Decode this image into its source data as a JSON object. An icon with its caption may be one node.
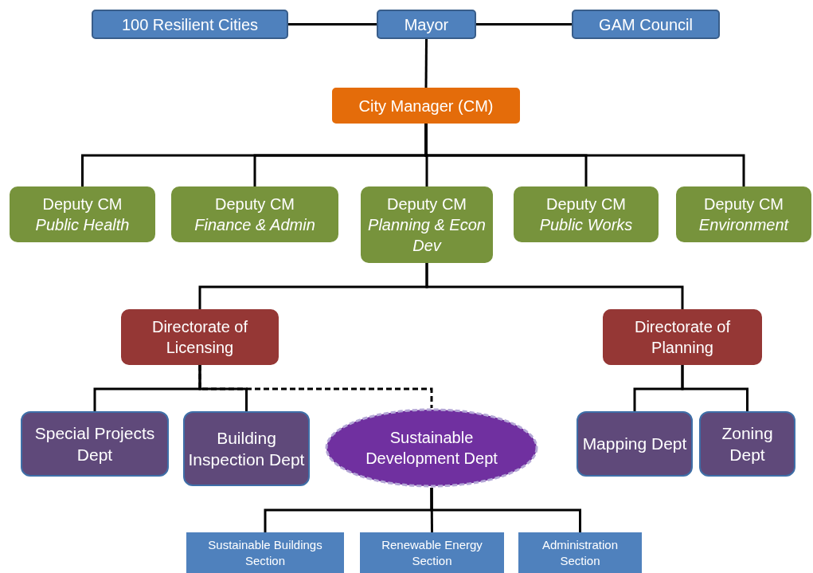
{
  "diagram": {
    "nodes": [
      {
        "text": [
          "100 Resilient Cities"
        ]
      },
      {
        "text": [
          "Mayor"
        ]
      },
      {
        "text": [
          "GAM Council"
        ]
      },
      {
        "text": [
          "City Manager (CM)"
        ]
      },
      {
        "text": [
          "Deputy CM",
          "Public Health"
        ]
      },
      {
        "text": [
          "Deputy CM",
          "Finance & Admin"
        ]
      },
      {
        "text": [
          "Deputy CM",
          "Planning & Econ Dev"
        ]
      },
      {
        "text": [
          "Deputy CM",
          "Public Works"
        ]
      },
      {
        "text": [
          "Deputy CM",
          "Environment"
        ]
      },
      {
        "text": [
          "Directorate of Licensing"
        ]
      },
      {
        "text": [
          "Directorate of Planning"
        ]
      },
      {
        "text": [
          "Special Projects Dept"
        ]
      },
      {
        "text": [
          "Building Inspection Dept"
        ]
      },
      {
        "text": [
          "Sustainable Development Dept"
        ]
      },
      {
        "text": [
          "Mapping Dept"
        ]
      },
      {
        "text": [
          "Zoning Dept"
        ]
      },
      {
        "text": [
          "Sustainable Buildings Section"
        ]
      },
      {
        "text": [
          "Renewable Energy Section"
        ]
      },
      {
        "text": [
          "Administration Section"
        ]
      }
    ],
    "edges": [
      {
        "from": 0,
        "to": 1,
        "arrow": "none"
      },
      {
        "from": 1,
        "to": 2,
        "arrow": "none"
      },
      {
        "from": 1,
        "to": 3,
        "arrow": "none"
      },
      {
        "from": 3,
        "to": 4,
        "arrow": "none"
      },
      {
        "from": 3,
        "to": 5,
        "arrow": "none"
      },
      {
        "from": 3,
        "to": 6,
        "arrow": "none"
      },
      {
        "from": 3,
        "to": 7,
        "arrow": "none"
      },
      {
        "from": 3,
        "to": 8,
        "arrow": "none"
      },
      {
        "from": 6,
        "to": 9,
        "arrow": "none"
      },
      {
        "from": 6,
        "to": 10,
        "arrow": "none"
      },
      {
        "from": 9,
        "to": 11,
        "arrow": "none"
      },
      {
        "from": 9,
        "to": 12,
        "arrow": "none"
      },
      {
        "from": 9,
        "to": 13,
        "arrow": "none",
        "style": "dashed"
      },
      {
        "from": 10,
        "to": 14,
        "arrow": "none"
      },
      {
        "from": 10,
        "to": 15,
        "arrow": "none"
      },
      {
        "from": 13,
        "to": 16,
        "arrow": "none"
      },
      {
        "from": 13,
        "to": 17,
        "arrow": "none"
      },
      {
        "from": 13,
        "to": 18,
        "arrow": "none"
      }
    ]
  }
}
